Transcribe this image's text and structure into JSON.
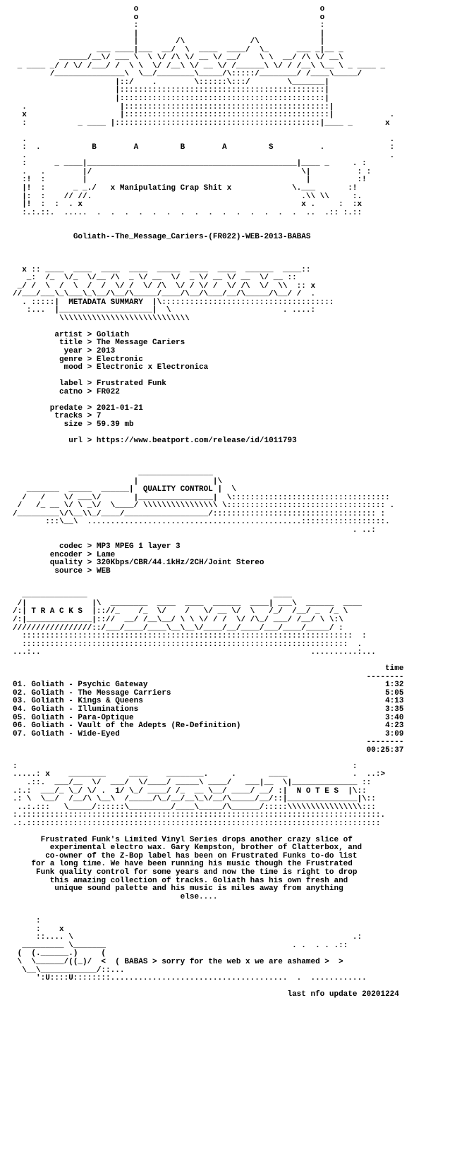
{
  "art": {
    "header": [
      "                          o                                       o",
      "                          o                                       o",
      "                          :                                       :",
      "                          |                                       |",
      "                          |        /\\              /\\             |",
      "                  ___ ____|___  __/  \\  ____  ____/  \\_      ___ _|__ _",
      "          ______/__\\/ ___ \\  \\ \\/ /\\ \\/ __ \\/ __/    \\ \\  __/ /\\ \\/ __\\",
      " _ ____ _/ / \\/ /___/ /  \\ \\  \\/ /__\\ \\/ __ \\/ /______\\ \\/ / /__\\ \\__ \\ _ ____ _",
      "        /_______________\\  \\__/________\\_____/\\:::::/________/ /____\\_____/",
      "                      |::/    .        \\::::::\\:::/        \\_______|",
      "                      |::::::::::::::::::::::::::::::::::::::::::::|",
      "                      |::::::::::::::::::::::::::::::::::::::::::::|",
      "  .                    |::::::::::::::::::::::::::::::::::::::::::::|",
      "  x                    |::::::::::::::::::::::::::::::::::::::::::::|            .",
      "  :           _ ____ |::::::::::::::::::::::::::::::::::::::::::::|____ _       x",
      "",
      "  .                                                                              .",
      "  :  .           B        A         B        A         S          .              :",
      "  .                                                                              .",
      "  :      _ ____|_____________________________________________|____ _     . :",
      "  .   .        |/                                             \\|          : :",
      "  :!  :        |                                               |          :!",
      "  |!  :      _ _./   x Manipulating Crap Shit x             \\.___       :!",
      "  |:  :    // //.                                             .\\\\ \\\\     :.",
      "  |!  :  :  . x                                               x .     :  :x",
      "  :.:.::.  .....  .  .  .  .  .  .  .  .  .  .  .  .  .  .  .  ..  .:: :.::"
    ],
    "release_line": "             Goliath--The_Message_Cariers-(FR022)-WEB-2013-BABAS",
    "metadata_banner": [
      "  x :: ____  ____  ____  ____  _____  ____  ____  ______  ____::",
      "   _:  /_  \\/_  \\/__ /\\  _ \\/ __  \\/  _ \\/ __ \\/ __  \\/ __ ::",
      " _/ /  \\  /  \\  /  /  \\/ /  \\/ /\\  \\/ / \\/ /  \\/ /\\  \\/  \\\\  :: x",
      "//___/___\\_\\___\\_\\__/\\__/\\_____/____/\\__/\\___/__/\\_____/\\__/ /  .",
      "  . :::::|  METADATA SUMMARY  |\\:::::::::::::::::::::::::::::::::::::",
      "   :...  |____________________|  \\                        . ....:",
      "          \\\\\\\\\\\\\\\\\\\\\\\\\\\\\\\\\\\\\\\\\\\\\\\\\\\\\\\\"
    ],
    "quality_banner": [
      "                           ________________",
      "                          |                |\\",
      "   _______  _____  ______|  QUALITY CONTROL |  \\",
      "  /   /    \\/ ___\\/       |________________|  \\::::::::::::::::::::::::::::::::::",
      " /   /_ __ \\/ \\ _\\/  \\____/ \\\\\\\\\\\\\\\\\\\\\\\\\\\\\\\\ \\:::::::::::::::::::::::::::::::::: .",
      "/_________\\/\\__\\\\_/____/__________________/::::::::::::::::::::::::::::::::::: :",
      "       :::\\__\\  ..............................................::::::::::::::::::.",
      "                                                                         . ..:"
    ],
    "tracks_banner": [
      "  ______________                                        ____",
      " /|              |\\  ________  ____  ____  ______  ____| ___\\  ______  ____",
      "/:| T R A C K S  |:://_    /_  \\/    /   \\/ __ \\/  \\   /_/  /__/ _  /_ \\",
      "/:|______________|:://  __/ /__\\__/ \\ \\ \\/ / /  \\/ /\\_/ ___/ /__/ \\ \\:\\",
      "/////////////////::/___/____/____\\__\\__\\/____/__/____/___/____/_____/ :",
      "  :::::::::::::::::::::::::::::::::::::::::::::::::::::::::::::::::::::::  :",
      "  ::::::::::::::::::::::::::::::::::::::::::::::::::::::::::::::::::::::  .",
      "...:..                                                          ..........:..."
    ],
    "notes_banner": [
      ":                                                                        :",
      ".....: x    ________     ____    ________.     .       ____              .  ..:>",
      "   .::.  ___/__  \\/  ___/  \\/____/ _____\\ ____/   ___|__  \\|______________ ::",
      ".:.:  ___/_ \\_/ \\/ .  1/ \\_/ ____/ /_  __ \\__/ ____/ __/ :|  N O T E S  |\\::",
      ".: \\  \\__/  /__/\\ \\__\\  /_____/\\_/__/__\\_\\/__/\\_____/__/::|_______________|\\::",
      " ..:.:::   \\_____/::::::\\_________/____\\_____/\\______/:::::\\\\\\\\\\\\\\\\\\\\\\\\\\\\\\\\:::",
      ":.:::::::::::::::::::::::::::::::::::::::::::::::::::::::::::::::::::::::::::::.",
      ".:.::::::::::::::::::::::::::::::::::::::::::::::::::::::::::::::::::::::::::::"
    ],
    "footer_art": [
      "     :",
      "     :    x",
      "     ::.... \\                                                            .:",
      "  _________ \\_______                                        . .  . . .::",
      " (  (.______.)     (                                                       ",
      " \\  \\______/((_)/  <  ( BABAS > sorry for the web x we are ashamed >  >",
      "  \\__\\____________/::...",
      "     ':U::::U::::::::......................................  .  ............"
    ]
  },
  "metadata": [
    {
      "key": "artist",
      "value": "Goliath"
    },
    {
      "key": "title",
      "value": "The Message Cariers"
    },
    {
      "key": "year",
      "value": "2013"
    },
    {
      "key": "genre",
      "value": "Electronic"
    },
    {
      "key": "mood",
      "value": "Electronic x Electronica"
    },
    {
      "key": "",
      "value": ""
    },
    {
      "key": "label",
      "value": "Frustrated Funk"
    },
    {
      "key": "catno",
      "value": "FR022"
    },
    {
      "key": "",
      "value": ""
    },
    {
      "key": "predate",
      "value": "2021-01-21"
    },
    {
      "key": "tracks",
      "value": "7"
    },
    {
      "key": "size",
      "value": "59.39 mb"
    },
    {
      "key": "",
      "value": ""
    },
    {
      "key": "url",
      "value": "https://www.beatport.com/release/id/1011793"
    }
  ],
  "quality": [
    {
      "key": "codec",
      "value": "MP3 MPEG 1 layer 3"
    },
    {
      "key": "encoder",
      "value": "Lame"
    },
    {
      "key": "quality",
      "value": "320Kbps/CBR/44.1kHz/2CH/Joint Stereo"
    },
    {
      "key": "source",
      "value": "WEB"
    }
  ],
  "tracks": {
    "time_header": "time",
    "separator": "--------",
    "items": [
      {
        "num": "01.",
        "artist": "Goliath",
        "title": "Psychic Gateway",
        "time": "1:32"
      },
      {
        "num": "02.",
        "artist": "Goliath",
        "title": "The Message Carriers",
        "time": "5:05"
      },
      {
        "num": "03.",
        "artist": "Goliath",
        "title": "Kings & Queens",
        "time": "4:13"
      },
      {
        "num": "04.",
        "artist": "Goliath",
        "title": "Illuminations",
        "time": "3:35"
      },
      {
        "num": "05.",
        "artist": "Goliath",
        "title": "Para-Optique",
        "time": "3:40"
      },
      {
        "num": "06.",
        "artist": "Goliath",
        "title": "Vault of the Adepts (Re-Definition)",
        "time": "4:23"
      },
      {
        "num": "07.",
        "artist": "Goliath",
        "title": "Wide-Eyed",
        "time": "3:09"
      }
    ],
    "total": "00:25:37"
  },
  "notes": [
    "      Frustrated Funk's Limited Vinyl Series drops another crazy slice of",
    "        experimental electro wax. Gary Kempston, brother of Clatterbox, and",
    "       co-owner of the Z-Bop label has been on Frustrated Funks to-do list",
    "    for a long time. We have been running his music though the Frustrated",
    "     Funk quality control for some years and now the time is right to drop",
    "        this amazing collection of tracks. Goliath has his own fresh and",
    "         unique sound palette and his music is miles away from anything",
    "                                    else...."
  ],
  "last_update": "last nfo update 20201224"
}
